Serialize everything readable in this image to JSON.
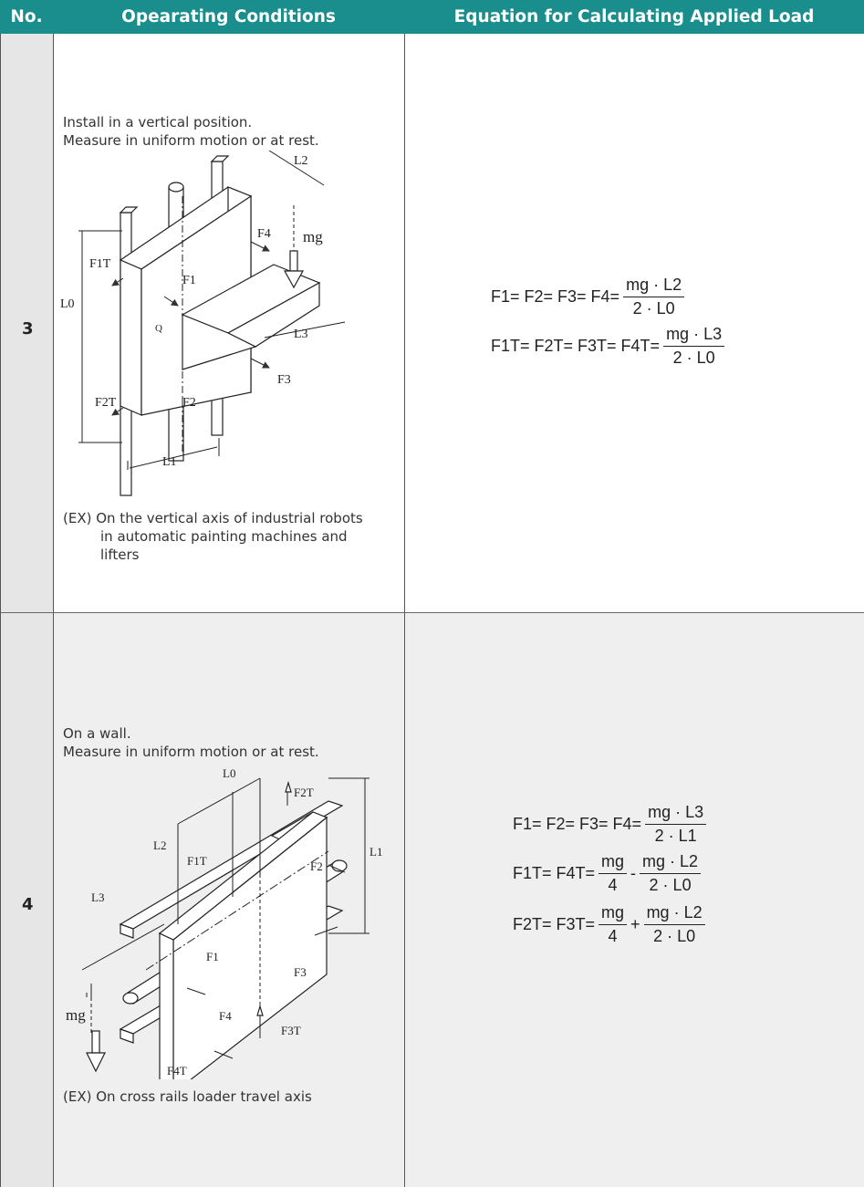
{
  "header": {
    "no": "No.",
    "conditions": "Opearating Conditions",
    "equation": "Equation for Calculating Applied Load"
  },
  "colors": {
    "header_bg": "#1a8e8c",
    "header_text": "#ffffff",
    "number_col_bg": "#e6e6e6",
    "row_alt_bg": "#efefef"
  },
  "rows": [
    {
      "no": "3",
      "conditions": [
        "Install in a vertical position.",
        "Measure in uniform motion or at rest."
      ],
      "example_line1": "(EX) On the vertical axis of industrial robots",
      "example_line2": "in automatic painting machines and",
      "example_line3": "lifters",
      "diagram_labels": {
        "L2": "L2",
        "mg": "mg",
        "F4": "F4",
        "F1T": "F1T",
        "F1": "F1",
        "L0": "L0",
        "Q": "Q",
        "L3": "L3",
        "F3": "F3",
        "F2T": "F2T",
        "F2": "F2",
        "L1": "L1"
      },
      "equations": [
        {
          "lhs": "F1= F2= F3= F4=",
          "num": "mg · L2",
          "den": "2 · L0"
        },
        {
          "lhs": "F1T= F2T= F3T= F4T=",
          "num": "mg · L3",
          "den": "2 · L0"
        }
      ]
    },
    {
      "no": "4",
      "conditions": [
        "On a wall.",
        "Measure in uniform motion or at rest."
      ],
      "example_line1": "(EX) On cross rails loader travel axis",
      "diagram_labels": {
        "L0": "L0",
        "F2T": "F2T",
        "L1": "L1",
        "L2": "L2",
        "F1T": "F1T",
        "F2": "F2",
        "L3": "L3",
        "F1": "F1",
        "F3": "F3",
        "mg": "mg",
        "F4": "F4",
        "F3T": "F3T",
        "F4T": "F4T"
      },
      "equations": [
        {
          "lhs": "F1= F2= F3= F4=",
          "num": "mg · L3",
          "den": "2 · L1"
        },
        {
          "lhs": "F1T= F4T=",
          "num1": "mg",
          "den1": "4",
          "op": "-",
          "num2": "mg · L2",
          "den2": "2 · L0"
        },
        {
          "lhs": "F2T= F3T=",
          "num1": "mg",
          "den1": "4",
          "op": "+",
          "num2": "mg · L2",
          "den2": "2 · L0"
        }
      ]
    }
  ]
}
